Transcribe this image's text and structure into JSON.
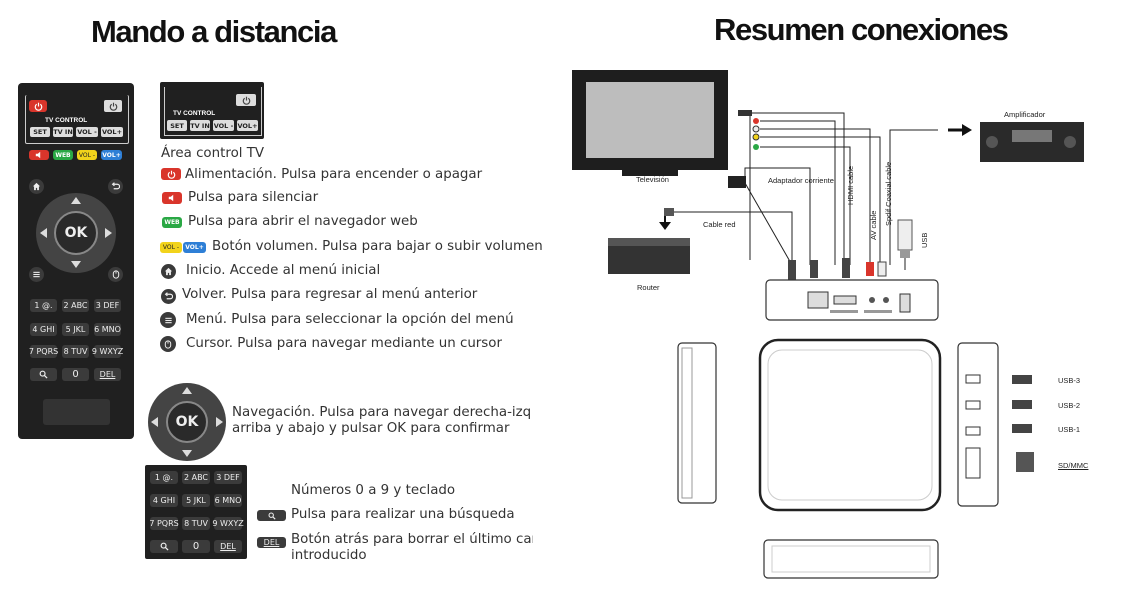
{
  "titles": {
    "left": "Mando a distancia",
    "right": "Resumen conexiones"
  },
  "remote": {
    "tv_control": "TV CONTROL",
    "set": "SET",
    "tv_in": "TV IN",
    "vol_minus": "VOL -",
    "vol_plus": "VOL+",
    "web": "WEB",
    "ok": "OK",
    "keys": [
      "1 @.",
      "2 ABC",
      "3 DEF",
      "4 GHI",
      "5 JKL",
      "6 MNO",
      "7 PQRS",
      "8 TUV",
      "9 WXYZ"
    ],
    "zero": "0",
    "del": "DEL"
  },
  "descriptions": {
    "area": "Área control TV",
    "power": "Alimentación. Pulsa para encender o apagar",
    "mute": "Pulsa para silenciar",
    "web": "Pulsa para abrir el navegador web",
    "volume": "Botón volumen. Pulsa para bajar o subir volumen",
    "home": "Inicio. Accede al menú inicial",
    "back": "Volver. Pulsa para regresar al menú anterior",
    "menu": "Menú. Pulsa para seleccionar la opción del menú",
    "cursor": "Cursor. Pulsa para navegar mediante un cursor",
    "nav_line1": "Navegación. Pulsa para navegar derecha-izquierda",
    "nav_line2": "arriba y abajo y pulsar OK para confirmar",
    "numbers": "Números 0 a 9 y teclado",
    "search": "Pulsa para realizar una búsqueda",
    "del_line1": "Botón atrás para borrar el último carácter",
    "del_line2": "introducido"
  },
  "diagram": {
    "television": "Televisión",
    "amplifier": "Amplificador",
    "power_adapter": "Adaptador corriente",
    "network_cable": "Cable red",
    "router": "Router",
    "hdmi_cable": "HDMI cable",
    "av_cable": "AV cable",
    "spdif_cable": "Spdif Coaxial cable",
    "usb": "USB",
    "usb3": "USB-3",
    "usb2": "USB-2",
    "usb1": "USB-1",
    "sdmmc": "SD/MMC"
  },
  "colors": {
    "remote_body": "#202020",
    "power_red": "#d9352b",
    "web_green": "#2aa845",
    "vol_yellow": "#f2d31b",
    "vol_blue": "#2e7fd6"
  }
}
